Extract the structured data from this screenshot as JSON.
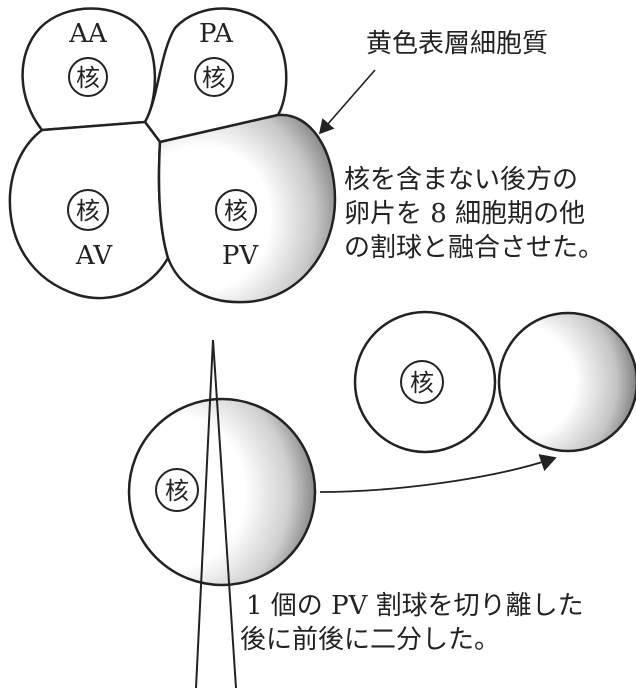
{
  "cells": {
    "aa": {
      "label": "AA",
      "nucleus": "核"
    },
    "pa": {
      "label": "PA",
      "nucleus": "核"
    },
    "av": {
      "label": "AV",
      "nucleus": "核"
    },
    "pv": {
      "label": "PV",
      "nucleus": "核"
    }
  },
  "annotations": {
    "yellow_cortex": "黄色表層細胞質",
    "fusion_line1": "核を含まない後方の",
    "fusion_line2": "卵片を 8 細胞期の他",
    "fusion_line3": "の割球と融合させた。",
    "cut_line1": "1 個の PV 割球を切り離した",
    "cut_line2": "後に前後に二分した。"
  },
  "fused_pair": {
    "nucleus": "核"
  },
  "single_cell": {
    "nucleus": "核"
  },
  "colors": {
    "stroke": "#222222",
    "yolk_shade": "#8a8a8a",
    "background": "#ffffff"
  }
}
